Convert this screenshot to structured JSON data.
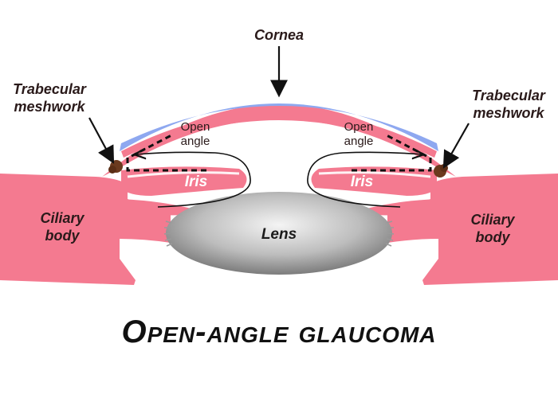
{
  "diagram": {
    "title": "Open-angle glaucoma",
    "labels": {
      "cornea": "Cornea",
      "trabecular_left_1": "Trabecular",
      "trabecular_left_2": "meshwork",
      "trabecular_right_1": "Trabecular",
      "trabecular_right_2": "meshwork",
      "open_angle_left_1": "Open",
      "open_angle_left_2": "angle",
      "open_angle_right_1": "Open",
      "open_angle_right_2": "angle",
      "iris_left": "Iris",
      "iris_right": "Iris",
      "ciliary_left_1": "Ciliary",
      "ciliary_left_2": "body",
      "ciliary_right_1": "Ciliary",
      "ciliary_right_2": "body",
      "lens": "Lens"
    },
    "colors": {
      "tissue": "#f47a90",
      "cornea_inner": "#8ea8f0",
      "meshwork": "#6b3a1e",
      "lens_light": "#f2f2f2",
      "lens_dark": "#7f7f7f",
      "ink": "#111111"
    }
  }
}
